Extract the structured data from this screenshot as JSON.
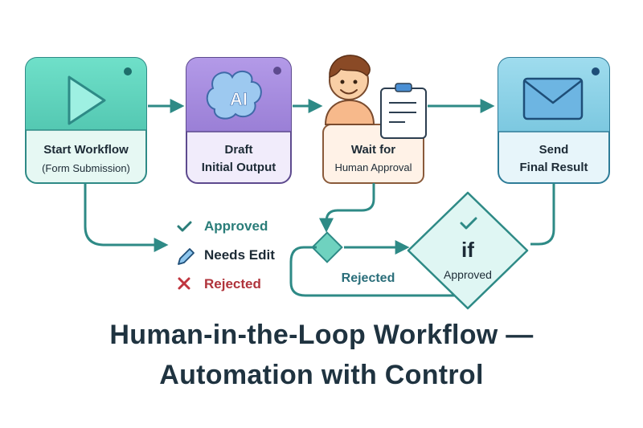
{
  "steps": {
    "start": {
      "title": "Start Workflow",
      "subtitle": "(Form Submission)"
    },
    "draft": {
      "title": "Draft",
      "subtitle": "Initial Output",
      "badge": "AI"
    },
    "wait": {
      "title": "Wait for",
      "subtitle": "Human Approval"
    },
    "send": {
      "title": "Send",
      "subtitle": "Final Result"
    }
  },
  "decision": {
    "main": "if",
    "sub": "Approved"
  },
  "rejected_path_label": "Rejected",
  "legend": [
    {
      "label": "Approved",
      "icon": "check-icon",
      "color": "#2a7d79"
    },
    {
      "label": "Needs Edit",
      "icon": "pencil-icon",
      "color": "#1d2b36"
    },
    {
      "label": "Rejected",
      "icon": "cross-icon",
      "color": "#b0343c"
    }
  ],
  "title": {
    "line1": "Human-in-the-Loop Workflow —",
    "line2": "Automation with Control"
  },
  "colors": {
    "start": "#63d6c3",
    "draft": "#a98de0",
    "send": "#8fd4e8",
    "connector": "#2e8a86",
    "wait": "#f8d6bd"
  }
}
